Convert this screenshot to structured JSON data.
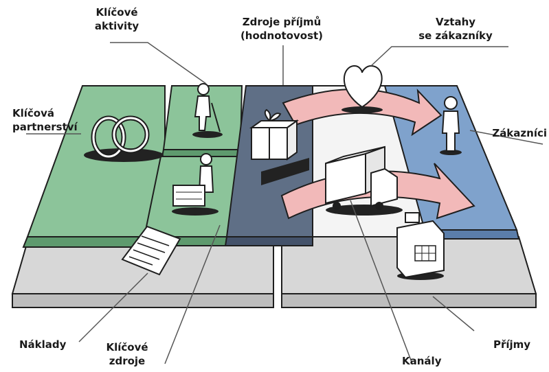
{
  "labels": {
    "key_activities": [
      "Klíčové",
      "aktivity"
    ],
    "value_propositions": [
      "Zdroje příjmů",
      "(hodnotovost)"
    ],
    "customer_relationships": [
      "Vztahy",
      "se zákazníky"
    ],
    "key_partners": [
      "Klíčová",
      "partnerství"
    ],
    "customer_segments": "Zákazníci",
    "cost_structure": "Náklady",
    "key_resources": [
      "Klíčové",
      "zdroje"
    ],
    "channels": "Kanály",
    "revenue_streams": "Příjmy"
  },
  "colors": {
    "partners_green": "#8cc49a",
    "value_slate": "#5f6f86",
    "customers_blue": "#7fa2cc",
    "arrow_pink": "#f2b9b9",
    "base_gray": "#d7d7d7",
    "outline": "#1e1e1e"
  },
  "icons": [
    "rings-icon",
    "worker-digging-icon",
    "worker-machine-icon",
    "gift-box-icon",
    "heart-icon",
    "truck-icon",
    "cash-register-icon",
    "person-icon",
    "document-icon"
  ]
}
